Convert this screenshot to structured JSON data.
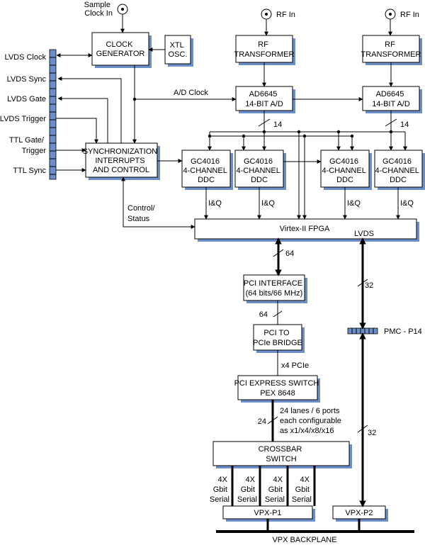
{
  "inputs": {
    "sample_clock": [
      "Sample",
      "Clock In"
    ],
    "rf_in": "RF In"
  },
  "blocks": {
    "clock_generator": [
      "CLOCK",
      "GENERATOR"
    ],
    "xtl_osc": [
      "XTL",
      "OSC."
    ],
    "rf_transformer": [
      "RF",
      "TRANSFORMER"
    ],
    "adc": [
      "AD6645",
      "14-BIT A/D"
    ],
    "sync": [
      "SYNCHRONIZATION",
      "INTERRUPTS",
      "AND CONTROL"
    ],
    "ddc": [
      "GC4016",
      "4-CHANNEL",
      "DDC"
    ],
    "fpga": "Virtex-II FPGA",
    "fpga_lvds": "LVDS",
    "pci_interface": [
      "PCI INTERFACE",
      "(64 bits/66 MHz)"
    ],
    "pci_bridge": [
      "PCI TO",
      "PCIe BRIDGE"
    ],
    "pci_switch": [
      "PCI EXPRESS SWITCH",
      "PEX 8648"
    ],
    "crossbar": [
      "CROSSBAR",
      "SWITCH"
    ],
    "vpx_p1": "VPX-P1",
    "vpx_p2": "VPX-P2",
    "backplane": "VPX BACKPLANE"
  },
  "side_signals": [
    "LVDS Clock",
    "LVDS Sync",
    "LVDS Gate",
    "LVDS Trigger",
    [
      "TTL Gate/",
      "Trigger"
    ],
    "TTL Sync"
  ],
  "labels": {
    "ad_clock": "A/D Clock",
    "bits14": "14",
    "iq": "I&Q",
    "control_status": [
      "Control/",
      "Status"
    ],
    "w64": "64",
    "w32": "32",
    "x4pcie": "x4 PCIe",
    "lanes": [
      "24 lanes / 6 ports",
      "each configurable",
      "as x1/x4/x8/x16"
    ],
    "w24": "24",
    "pmc": "PMC - P14",
    "gbit": [
      "4X",
      "Gbit",
      "Serial"
    ]
  }
}
